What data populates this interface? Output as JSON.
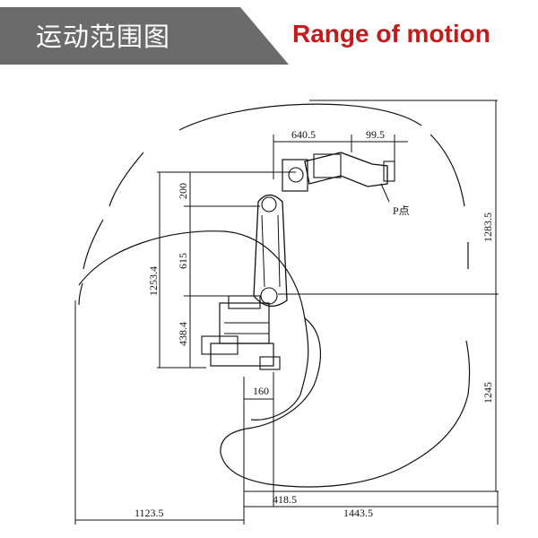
{
  "header": {
    "title_cn": "运动范围图",
    "title_en": "Range of motion"
  },
  "dimensions": {
    "top_640": "640.5",
    "top_99": "99.5",
    "point_label": "P点",
    "left_200": "200",
    "left_615": "615",
    "left_1253": "1253.4",
    "left_438": "438.4",
    "base_160": "160",
    "bottom_418": "418.5",
    "bottom_1123": "1123.5",
    "bottom_1443": "1443.5",
    "right_1283": "1283.5",
    "right_1245": "1245"
  },
  "colors": {
    "banner": "#6b6b6b",
    "accent_red": "#c51a1a",
    "line": "#111111"
  }
}
